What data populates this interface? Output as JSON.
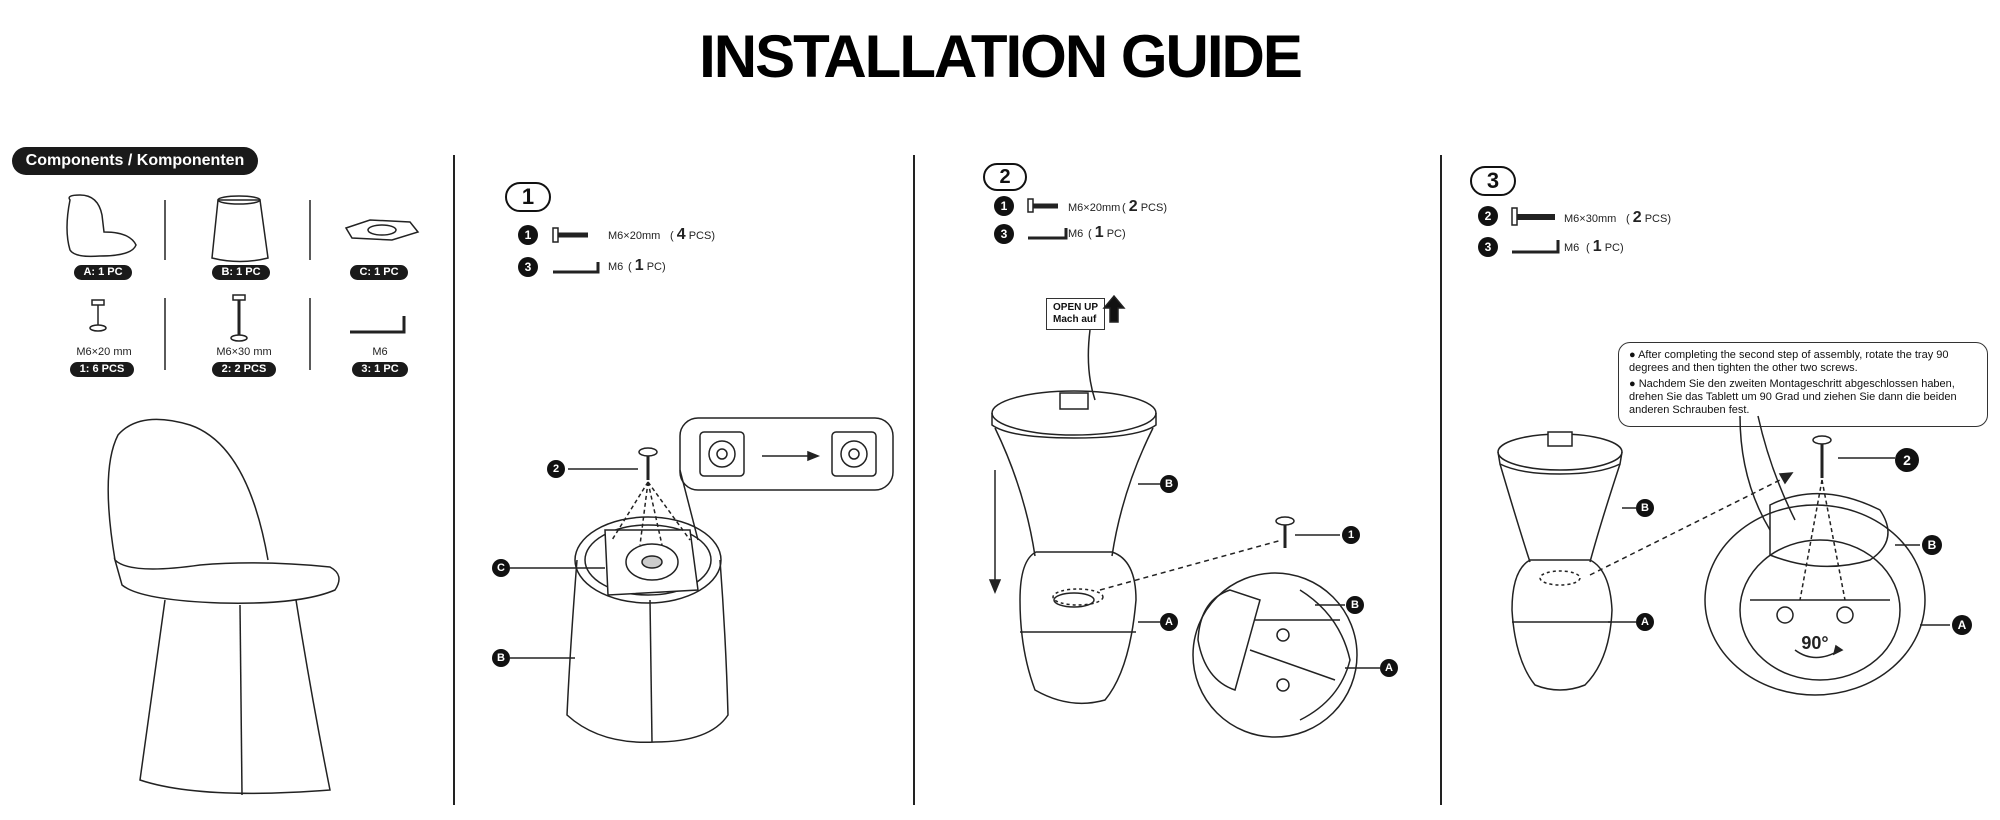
{
  "title": "INSTALLATION GUIDE",
  "components": {
    "header": "Components / Komponenten",
    "items": [
      {
        "qty": "A: 1 PC"
      },
      {
        "qty": "B: 1 PC"
      },
      {
        "qty": "C: 1 PC"
      },
      {
        "label": "M6×20 mm",
        "qty": "1: 6 PCS"
      },
      {
        "label": "M6×30 mm",
        "qty": "2: 2 PCS"
      },
      {
        "label": "M6",
        "qty": "3: 1 PC"
      }
    ]
  },
  "steps": [
    {
      "number": "1",
      "parts": [
        {
          "num": "1",
          "spec": "M6×20mm",
          "open": "(",
          "count": "4",
          "unit": "PCS)"
        },
        {
          "num": "3",
          "spec": "M6",
          "open": "(",
          "count": "1",
          "unit": "PC)"
        }
      ],
      "labels": {
        "screw": "2",
        "plate": "C",
        "base": "B"
      }
    },
    {
      "number": "2",
      "parts": [
        {
          "num": "1",
          "spec": "M6×20mm",
          "open": "(",
          "count": "2",
          "unit": "PCS)"
        },
        {
          "num": "3",
          "spec": "M6",
          "open": "(",
          "count": "1",
          "unit": "PC)"
        }
      ],
      "sticker": [
        "OPEN UP",
        "Mach auf"
      ],
      "labels": {
        "b_top": "B",
        "a_bottom": "A",
        "screw": "1",
        "b_detail": "B",
        "a_detail": "A"
      }
    },
    {
      "number": "3",
      "parts": [
        {
          "num": "2",
          "spec": "M6×30mm",
          "open": "(",
          "count": "2",
          "unit": "PCS)"
        },
        {
          "num": "3",
          "spec": "M6",
          "open": "(",
          "count": "1",
          "unit": "PC)"
        }
      ],
      "note": [
        "After completing the second step of assembly, rotate the tray 90 degrees and then tighten the other two screws.",
        "Nachdem Sie den zweiten Montageschritt abgeschlossen haben, drehen Sie das Tablett um 90 Grad und ziehen Sie dann die beiden anderen Schrauben fest."
      ],
      "rotation": "90°",
      "labels": {
        "b_left": "B",
        "a_left": "A",
        "screw": "2",
        "b_detail": "B",
        "a_detail": "A"
      }
    }
  ]
}
